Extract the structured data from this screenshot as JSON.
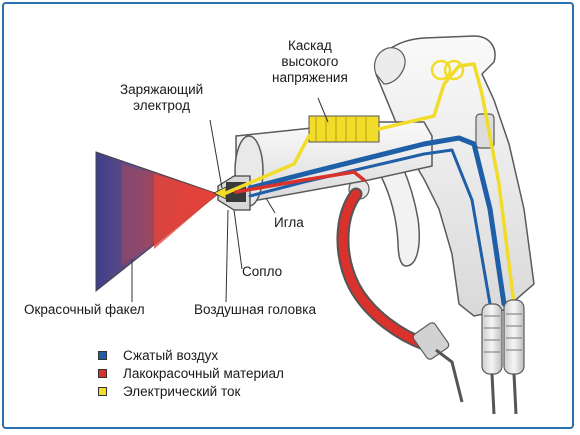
{
  "labels": {
    "cascade": "Каскад\nвысокого\nнапряжения",
    "electrode": "Заряжающий\nэлектрод",
    "needle": "Игла",
    "nozzle": "Сопло",
    "spray_plume": "Окрасочный  факел",
    "air_cap": "Воздушная головка"
  },
  "legend": [
    {
      "label": "Сжатый воздух",
      "color": "#1f5fa8"
    },
    {
      "label": "Лакокрасочный материал",
      "color": "#d9312b"
    },
    {
      "label": "Электрический ток",
      "color": "#f2dc2a"
    }
  ],
  "colors": {
    "air": "#1f5fa8",
    "paint": "#d9312b",
    "current": "#f2dc2a",
    "frame": "#2b6fb0",
    "gun_body": "#eeeeee",
    "gun_outline": "#5a5a5a"
  }
}
